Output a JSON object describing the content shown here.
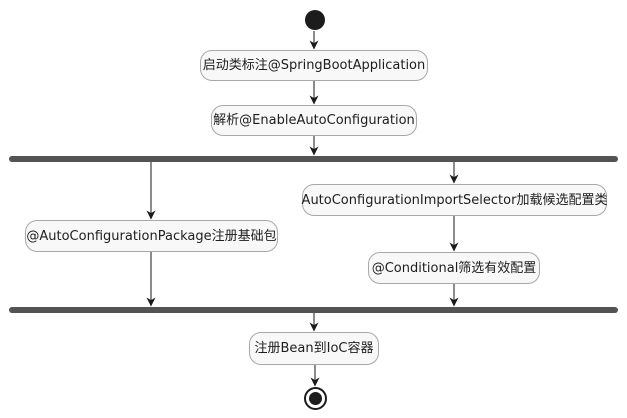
{
  "theme": {
    "background": "#FFFFFF",
    "activity_fill": "#F8F8F8",
    "activity_border": "#A8A8A8",
    "text_color": "#1D1D1D",
    "bar_color": "#535353",
    "edge_color": "#1A1A1A",
    "terminal_color": "#1C1C1C"
  },
  "diagram": {
    "type": "uml-activity",
    "nodes": {
      "start": {
        "kind": "initial-node"
      },
      "step1": {
        "label": "启动类标注@SpringBootApplication"
      },
      "step2": {
        "label": "解析@EnableAutoConfiguration"
      },
      "fork": {
        "kind": "fork-bar"
      },
      "branch_left_1": {
        "label": "@AutoConfigurationPackage注册基础包"
      },
      "branch_right_1": {
        "label": "AutoConfigurationImportSelector加载候选配置类"
      },
      "branch_right_2": {
        "label": "@Conditional筛选有效配置"
      },
      "join": {
        "kind": "join-bar"
      },
      "final": {
        "label": "注册Bean到IoC容器"
      },
      "end": {
        "kind": "final-node"
      }
    }
  }
}
